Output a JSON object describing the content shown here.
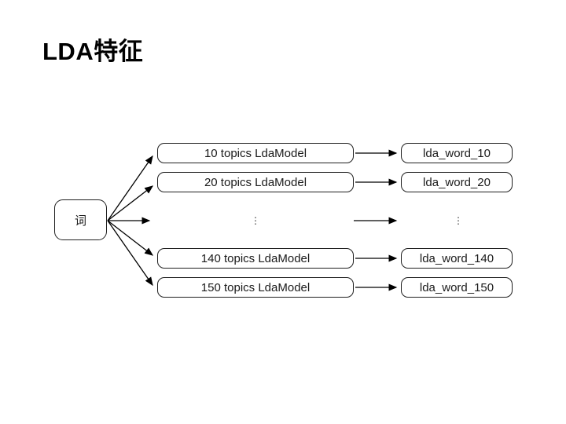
{
  "slide": {
    "title": "LDA特征"
  },
  "diagram": {
    "source_node": {
      "label": "词"
    },
    "rows": [
      {
        "type": "model",
        "model_label": "10 topics LdaModel",
        "output_label": "lda_word_10"
      },
      {
        "type": "model",
        "model_label": "20 topics LdaModel",
        "output_label": "lda_word_20"
      },
      {
        "type": "ellipsis",
        "model_label": "⋮",
        "output_label": "⋮"
      },
      {
        "type": "model",
        "model_label": "140 topics LdaModel",
        "output_label": "lda_word_140"
      },
      {
        "type": "model",
        "model_label": "150 topics LdaModel",
        "output_label": "lda_word_150"
      }
    ],
    "colors": {
      "background": "#ffffff",
      "border": "#1f1f1f",
      "text": "#1a1a1a",
      "arrow": "#000000",
      "title_text": "#000000"
    }
  }
}
